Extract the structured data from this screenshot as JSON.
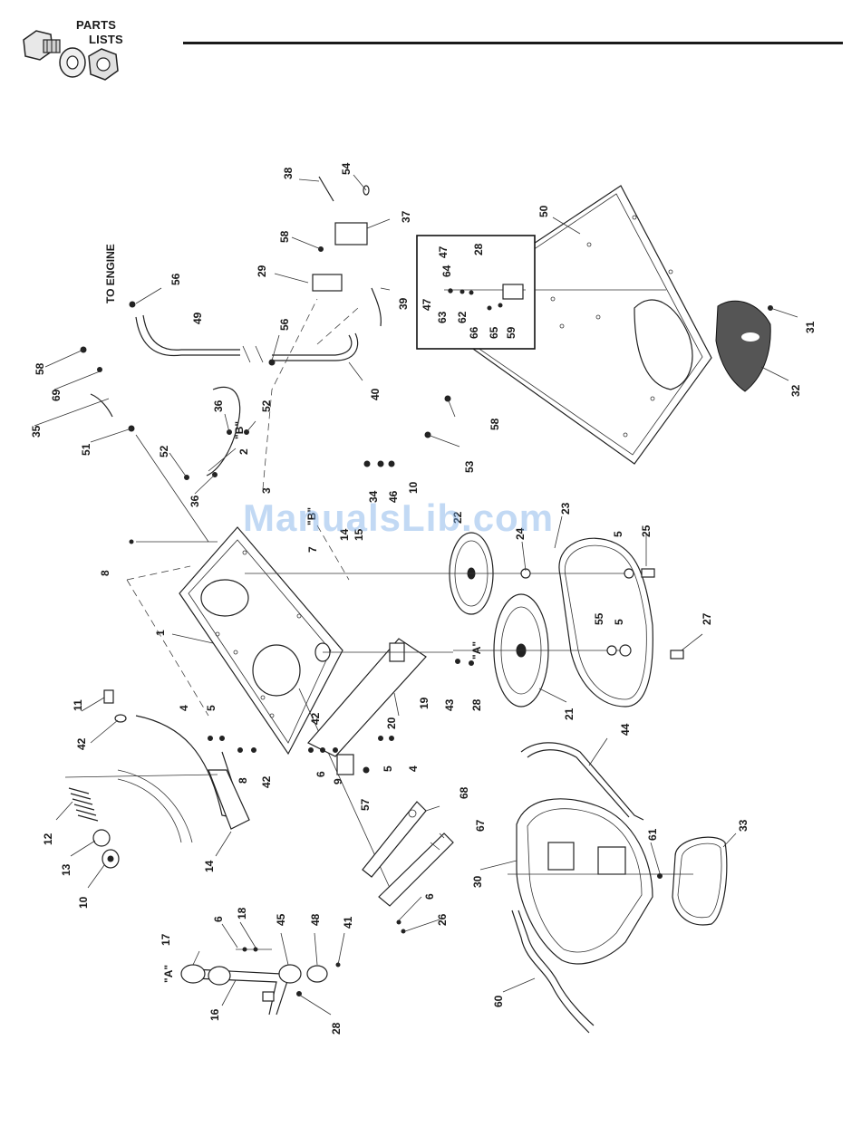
{
  "header": {
    "logo_line1": "PARTS",
    "logo_line2": "LISTS"
  },
  "labels": {
    "to_engine": "TO ENGINE",
    "mark_b": "\"B\"",
    "mark_a": "\"A\""
  },
  "watermark": "ManualsLib.com",
  "callouts": [
    {
      "id": "c1",
      "text": "1"
    },
    {
      "id": "c2",
      "text": "2"
    },
    {
      "id": "c3",
      "text": "3"
    },
    {
      "id": "c4a",
      "text": "4"
    },
    {
      "id": "c4b",
      "text": "4"
    },
    {
      "id": "c5a",
      "text": "5"
    },
    {
      "id": "c5b",
      "text": "5"
    },
    {
      "id": "c5c",
      "text": "5"
    },
    {
      "id": "c5d",
      "text": "5"
    },
    {
      "id": "c6a",
      "text": "6"
    },
    {
      "id": "c6b",
      "text": "6"
    },
    {
      "id": "c6c",
      "text": "6"
    },
    {
      "id": "c7",
      "text": "7"
    },
    {
      "id": "c8a",
      "text": "8"
    },
    {
      "id": "c8b",
      "text": "8"
    },
    {
      "id": "c9",
      "text": "9"
    },
    {
      "id": "c10a",
      "text": "10"
    },
    {
      "id": "c10b",
      "text": "10"
    },
    {
      "id": "c11",
      "text": "11"
    },
    {
      "id": "c12",
      "text": "12"
    },
    {
      "id": "c13",
      "text": "13"
    },
    {
      "id": "c14a",
      "text": "14"
    },
    {
      "id": "c14b",
      "text": "14"
    },
    {
      "id": "c15",
      "text": "15"
    },
    {
      "id": "c16",
      "text": "16"
    },
    {
      "id": "c17",
      "text": "17"
    },
    {
      "id": "c18",
      "text": "18"
    },
    {
      "id": "c19",
      "text": "19"
    },
    {
      "id": "c20",
      "text": "20"
    },
    {
      "id": "c21",
      "text": "21"
    },
    {
      "id": "c22",
      "text": "22"
    },
    {
      "id": "c23",
      "text": "23"
    },
    {
      "id": "c24",
      "text": "24"
    },
    {
      "id": "c25",
      "text": "25"
    },
    {
      "id": "c26",
      "text": "26"
    },
    {
      "id": "c27",
      "text": "27"
    },
    {
      "id": "c28a",
      "text": "28"
    },
    {
      "id": "c28b",
      "text": "28"
    },
    {
      "id": "c28c",
      "text": "28"
    },
    {
      "id": "c29",
      "text": "29"
    },
    {
      "id": "c30",
      "text": "30"
    },
    {
      "id": "c31",
      "text": "31"
    },
    {
      "id": "c32",
      "text": "32"
    },
    {
      "id": "c33",
      "text": "33"
    },
    {
      "id": "c34",
      "text": "34"
    },
    {
      "id": "c35",
      "text": "35"
    },
    {
      "id": "c36a",
      "text": "36"
    },
    {
      "id": "c36b",
      "text": "36"
    },
    {
      "id": "c37",
      "text": "37"
    },
    {
      "id": "c38",
      "text": "38"
    },
    {
      "id": "c39",
      "text": "39"
    },
    {
      "id": "c40",
      "text": "40"
    },
    {
      "id": "c41",
      "text": "41"
    },
    {
      "id": "c42a",
      "text": "42"
    },
    {
      "id": "c42b",
      "text": "42"
    },
    {
      "id": "c42c",
      "text": "42"
    },
    {
      "id": "c43",
      "text": "43"
    },
    {
      "id": "c44",
      "text": "44"
    },
    {
      "id": "c45",
      "text": "45"
    },
    {
      "id": "c46",
      "text": "46"
    },
    {
      "id": "c47a",
      "text": "47"
    },
    {
      "id": "c47b",
      "text": "47"
    },
    {
      "id": "c48",
      "text": "48"
    },
    {
      "id": "c49",
      "text": "49"
    },
    {
      "id": "c50",
      "text": "50"
    },
    {
      "id": "c51",
      "text": "51"
    },
    {
      "id": "c52a",
      "text": "52"
    },
    {
      "id": "c52b",
      "text": "52"
    },
    {
      "id": "c53",
      "text": "53"
    },
    {
      "id": "c54",
      "text": "54"
    },
    {
      "id": "c55",
      "text": "55"
    },
    {
      "id": "c56a",
      "text": "56"
    },
    {
      "id": "c56b",
      "text": "56"
    },
    {
      "id": "c57",
      "text": "57"
    },
    {
      "id": "c58a",
      "text": "58"
    },
    {
      "id": "c58b",
      "text": "58"
    },
    {
      "id": "c58c",
      "text": "58"
    },
    {
      "id": "c59",
      "text": "59"
    },
    {
      "id": "c60",
      "text": "60"
    },
    {
      "id": "c61",
      "text": "61"
    },
    {
      "id": "c62",
      "text": "62"
    },
    {
      "id": "c63",
      "text": "63"
    },
    {
      "id": "c64",
      "text": "64"
    },
    {
      "id": "c65",
      "text": "65"
    },
    {
      "id": "c66",
      "text": "66"
    },
    {
      "id": "c67",
      "text": "67"
    },
    {
      "id": "c68",
      "text": "68"
    },
    {
      "id": "c69",
      "text": "69"
    }
  ]
}
